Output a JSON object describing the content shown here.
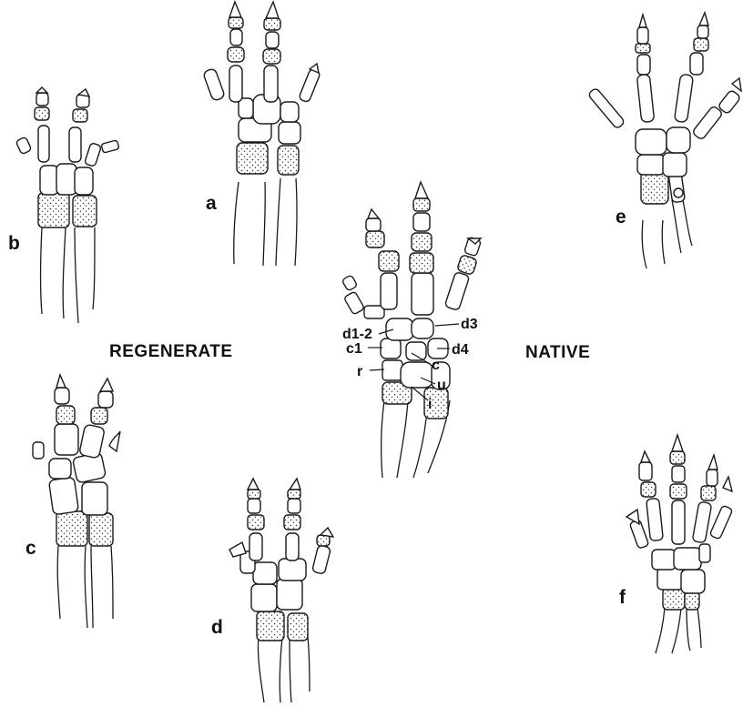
{
  "figure": {
    "group_labels": {
      "regenerate": "REGENERATE",
      "native": "NATIVE"
    },
    "panel_labels": {
      "a": "a",
      "b": "b",
      "c": "c",
      "d": "d",
      "e": "e",
      "f": "f"
    },
    "anatomy_labels": {
      "d1_2": "d1-2",
      "d3": "d3",
      "c1": "c1",
      "d4": "d4",
      "c": "c",
      "r": "r",
      "u": "u",
      "i": "i"
    }
  },
  "colors": {
    "ink": "#1a1a1a",
    "background": "#ffffff"
  }
}
